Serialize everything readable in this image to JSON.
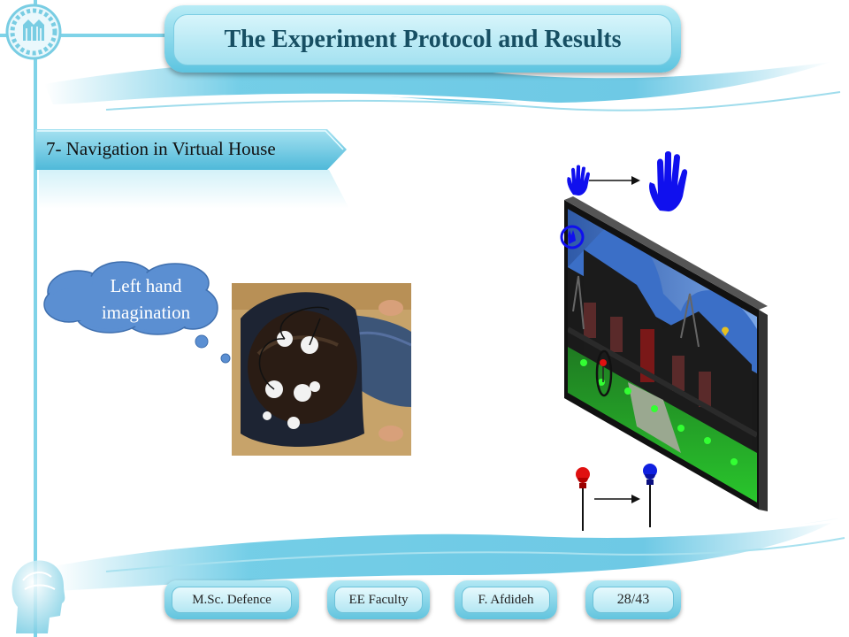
{
  "slide": {
    "title": "The Experiment Protocol and Results",
    "section_heading": "7- Navigation in Virtual House",
    "thought_bubble": [
      "Left hand",
      "imagination"
    ]
  },
  "footer": {
    "degree": "M.Sc. Defence",
    "faculty": "EE Faculty",
    "author": "F. Afdideh",
    "page": "28/43"
  },
  "colors": {
    "frame": "#7fd3e8",
    "title_text": "#174f63",
    "cloud": "#5d8fd0",
    "hand_blue": "#1010ee",
    "marker_red": "#e01010",
    "marker_blue": "#1020e0"
  },
  "icons": [
    "university-logo-icon",
    "brain-head-icon",
    "hand-icon",
    "hand-large-icon",
    "arrow-right-icon",
    "marker-pin-red-icon",
    "marker-pin-blue-icon"
  ]
}
